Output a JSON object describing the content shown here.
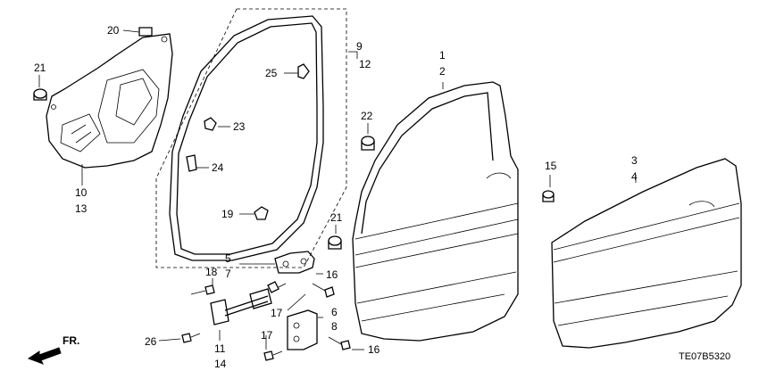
{
  "callouts": {
    "c20": "20",
    "c21a": "21",
    "c10": "10",
    "c13": "13",
    "c9": "9",
    "c12": "12",
    "c25": "25",
    "c23": "23",
    "c24": "24",
    "c19": "19",
    "c1": "1",
    "c2": "2",
    "c22": "22",
    "c21b": "21",
    "c5": "5",
    "c7": "7",
    "c16a": "16",
    "c18": "18",
    "c17a": "17",
    "c6": "6",
    "c8": "8",
    "c17b": "17",
    "c16b": "16",
    "c11": "11",
    "c14": "14",
    "c26": "26",
    "c15": "15",
    "c3": "3",
    "c4": "4"
  },
  "direction_label": "FR.",
  "diagram_code": "TE07B5320"
}
